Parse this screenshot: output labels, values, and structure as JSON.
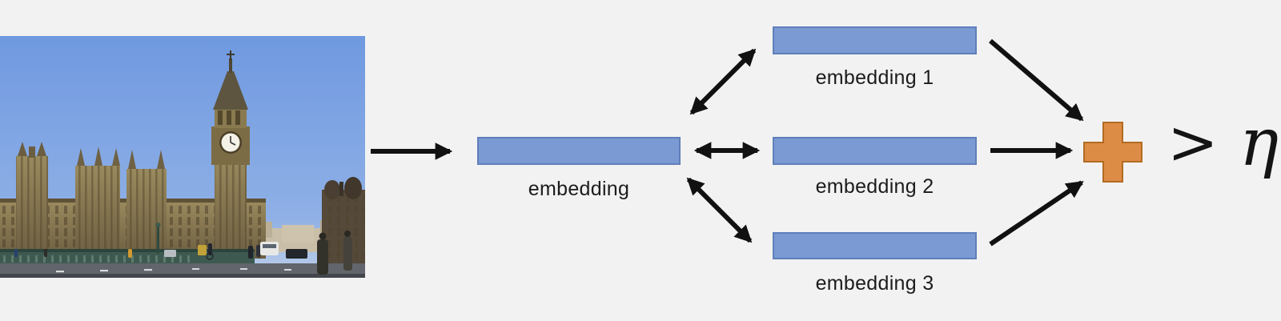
{
  "figure": {
    "description_alt": "Image retrieval diagram: query photo of Big Ben mapped to an embedding, compared with three candidate embeddings, similarities summed and compared to a threshold",
    "image": {
      "alt": "Photograph of Big Ben and the Houses of Parliament, London"
    },
    "diagram": {
      "query_label": "embedding",
      "candidates": [
        {
          "label": "embedding 1"
        },
        {
          "label": "embedding 2"
        },
        {
          "label": "embedding 3"
        }
      ],
      "aggregate_icon": "plus-icon",
      "comparator": ">",
      "threshold_symbol": "η"
    },
    "colors": {
      "background": "#F2F2F2",
      "box_fill": "#7B9AD3",
      "box_border": "#5E7FBA",
      "plus_fill": "#DD8C46",
      "plus_border": "#B26B22",
      "arrow": "#111111",
      "text": "#1c1c1c"
    }
  }
}
